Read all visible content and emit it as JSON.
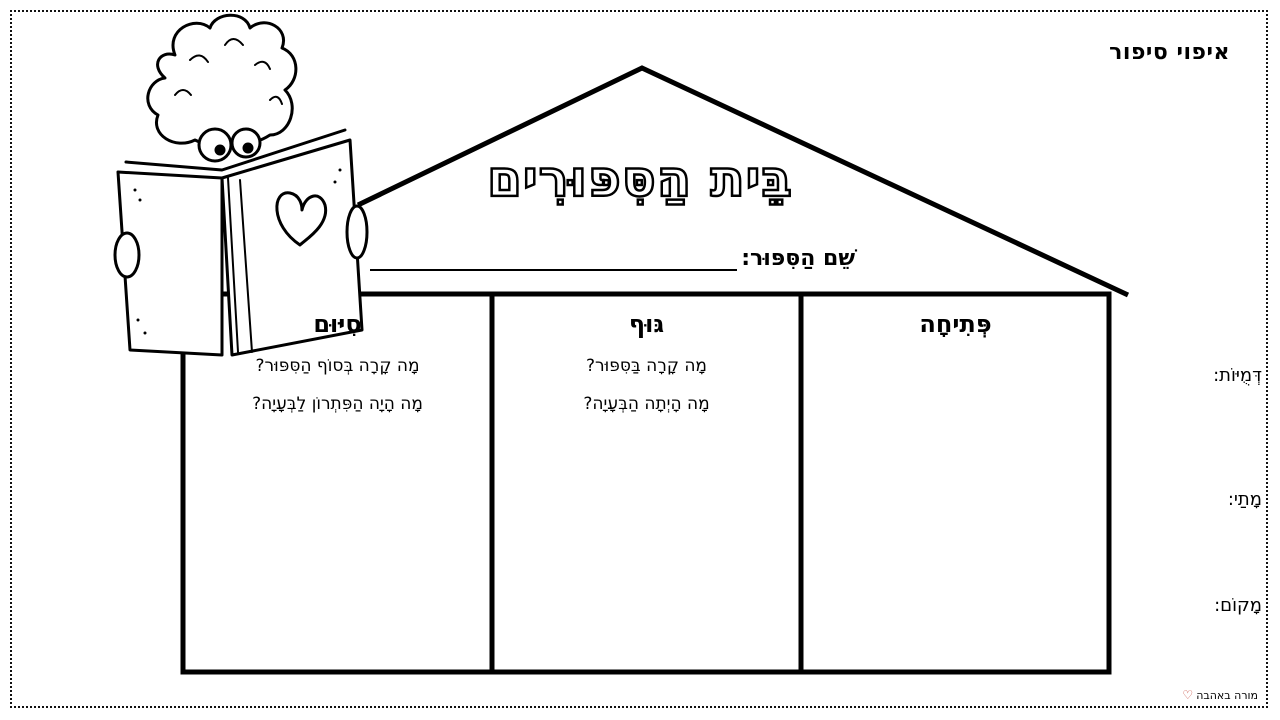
{
  "page_title": "איפוי סיפור",
  "house": {
    "title": "בֵּית הַסִּפּוּרִים",
    "story_name_label": "שֵׁם הַסִּפּוּר:"
  },
  "columns": [
    {
      "heading": "פְּתִיחָה",
      "fields": [
        "דְּמֻיּוֹת:",
        "מָתַי:",
        "מָקוֹם:"
      ]
    },
    {
      "heading": "גּוּף",
      "questions": [
        "מָה קָרָה בַּסִּפּוּר?",
        "מָה הָיְתָה הַבְּעָיָה?"
      ]
    },
    {
      "heading": "סִיּוּם",
      "questions": [
        "מָה קָרָה בְּסוֹף הַסִּפּוּר?",
        "מָה הָיָה הַפִּתְרוֹן לַבְּעָיָה?"
      ]
    }
  ],
  "footer": {
    "brand": "מורה באהבה"
  }
}
